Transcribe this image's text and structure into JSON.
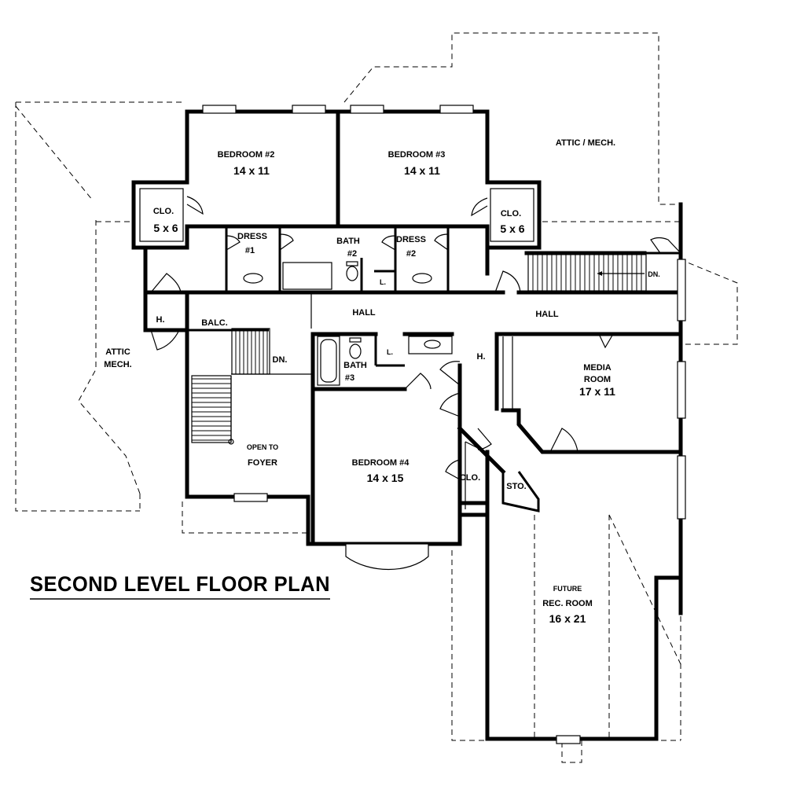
{
  "plan": {
    "title": "SECOND LEVEL FLOOR PLAN",
    "rooms": {
      "bedroom2": {
        "name": "BEDROOM #2",
        "size": "14 x 11"
      },
      "bedroom3": {
        "name": "BEDROOM #3",
        "size": "14 x 11"
      },
      "bedroom4": {
        "name": "BEDROOM #4",
        "size": "14 x 15"
      },
      "closet_left": {
        "name": "CLO.",
        "size": "5 x 6"
      },
      "closet_right": {
        "name": "CLO.",
        "size": "5 x 6"
      },
      "dress1": {
        "name": "DRESS",
        "num": "#1"
      },
      "dress2": {
        "name": "DRESS",
        "num": "#2"
      },
      "bath2": {
        "name": "BATH",
        "num": "#2"
      },
      "bath3": {
        "name": "BATH",
        "num": "#3"
      },
      "linen_bath2": "L.",
      "linen_bath3": "L.",
      "hall_left": "HALL",
      "hall_right": "HALL",
      "attic_mech_top": "ATTIC / MECH.",
      "attic_mech_left_1": "ATTIC",
      "attic_mech_left_2": "MECH.",
      "h_left": "H.",
      "h_right": "H.",
      "balcony": "BALC.",
      "stair_down_left": "DN.",
      "stair_down_right": "DN.",
      "foyer_open": "OPEN TO",
      "foyer": "FOYER",
      "media_1": "MEDIA",
      "media_2": "ROOM",
      "media_size": "17 x 11",
      "closet_bed4": "CLO.",
      "storage": "STO.",
      "future": "FUTURE",
      "rec_room": "REC. ROOM",
      "rec_size": "16 x 21"
    }
  }
}
